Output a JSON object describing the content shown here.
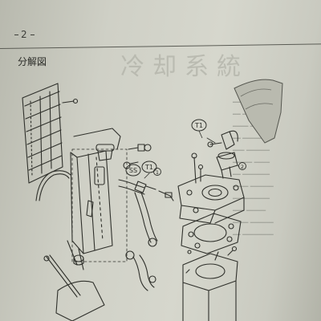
{
  "header": {
    "page_number": "2",
    "section_title": "分解図",
    "ghost_heading": "冷却系統"
  },
  "callouts": {
    "t1_top": "T1",
    "t1_mid": "T1",
    "ss": "SS",
    "num_1": "1",
    "num_2": "2"
  },
  "colors": {
    "paper": "#d3d4ca",
    "ink": "#2f302b"
  }
}
